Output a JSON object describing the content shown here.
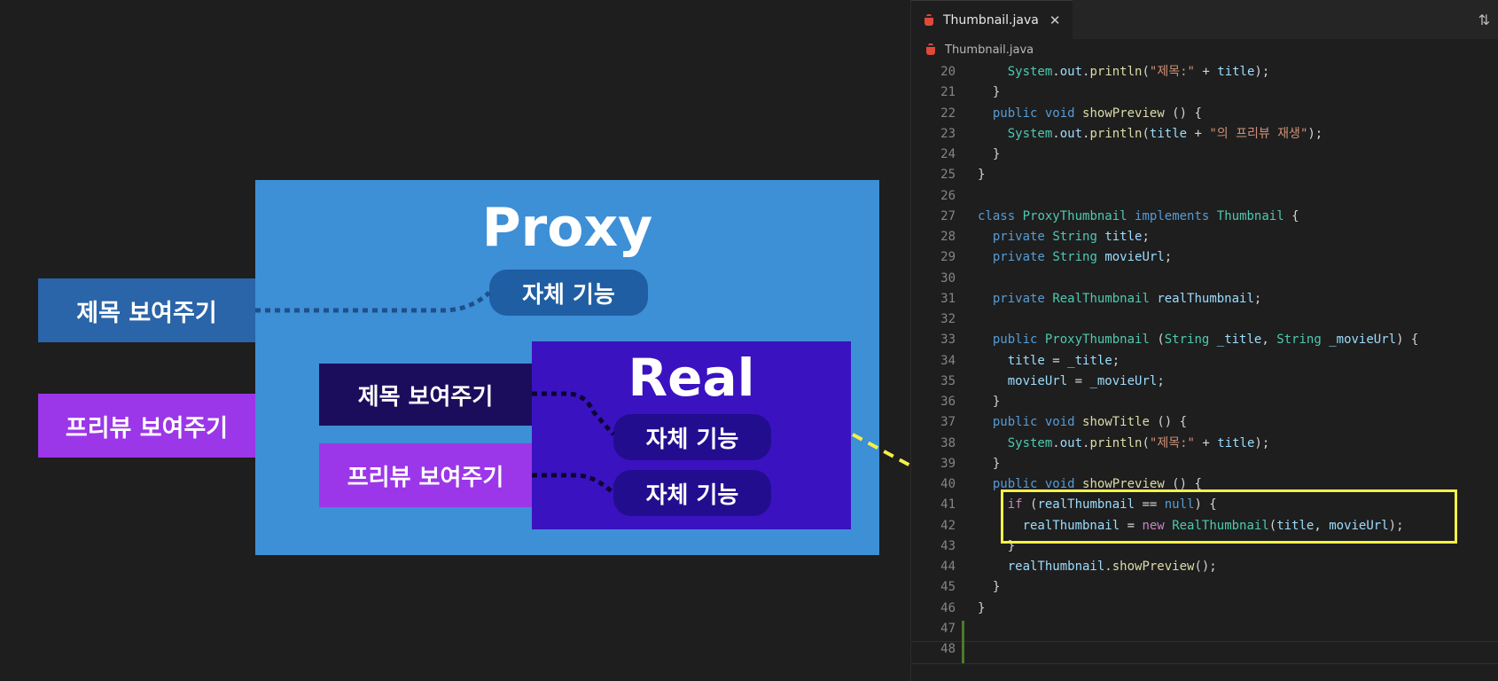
{
  "diagram": {
    "proxy_title": "Proxy",
    "proxy_self": "자체 기능",
    "real_title": "Real",
    "real_self_1": "자체 기능",
    "real_self_2": "자체 기능",
    "left_title": "제목 보여주기",
    "left_preview": "프리뷰 보여주기",
    "inner_title": "제목 보여주기",
    "inner_preview": "프리뷰 보여주기",
    "colors": {
      "proxy": "#3d8fd6",
      "real": "#3a12c0",
      "preview": "#9b37e8",
      "highlight": "#f5f048"
    }
  },
  "editor": {
    "tab_label": "Thumbnail.java",
    "breadcrumb": "Thumbnail.java",
    "tab_icon": "java-file-icon",
    "close_icon": "close-icon",
    "compare_icon": "compare-changes-icon"
  },
  "code": {
    "lines": [
      {
        "n": "20",
        "t": "    System.out.println(\"제목:\" + title);"
      },
      {
        "n": "21",
        "t": "  }"
      },
      {
        "n": "22",
        "t": "  public void showPreview () {"
      },
      {
        "n": "23",
        "t": "    System.out.println(title + \"의 프리뷰 재생\");"
      },
      {
        "n": "24",
        "t": "  }"
      },
      {
        "n": "25",
        "t": "}"
      },
      {
        "n": "26",
        "t": ""
      },
      {
        "n": "27",
        "t": "class ProxyThumbnail implements Thumbnail {"
      },
      {
        "n": "28",
        "t": "  private String title;"
      },
      {
        "n": "29",
        "t": "  private String movieUrl;"
      },
      {
        "n": "30",
        "t": ""
      },
      {
        "n": "31",
        "t": "  private RealThumbnail realThumbnail;"
      },
      {
        "n": "32",
        "t": ""
      },
      {
        "n": "33",
        "t": "  public ProxyThumbnail (String _title, String _movieUrl) {"
      },
      {
        "n": "34",
        "t": "    title = _title;"
      },
      {
        "n": "35",
        "t": "    movieUrl = _movieUrl;"
      },
      {
        "n": "36",
        "t": "  }"
      },
      {
        "n": "37",
        "t": "  public void showTitle () {"
      },
      {
        "n": "38",
        "t": "    System.out.println(\"제목:\" + title);"
      },
      {
        "n": "39",
        "t": "  }"
      },
      {
        "n": "40",
        "t": "  public void showPreview () {"
      },
      {
        "n": "41",
        "t": "    if (realThumbnail == null) {"
      },
      {
        "n": "42",
        "t": "      realThumbnail = new RealThumbnail(title, movieUrl);"
      },
      {
        "n": "43",
        "t": "    }"
      },
      {
        "n": "44",
        "t": "    realThumbnail.showPreview();"
      },
      {
        "n": "45",
        "t": "  }"
      },
      {
        "n": "46",
        "t": "}"
      },
      {
        "n": "47",
        "t": ""
      },
      {
        "n": "48",
        "t": ""
      }
    ]
  }
}
